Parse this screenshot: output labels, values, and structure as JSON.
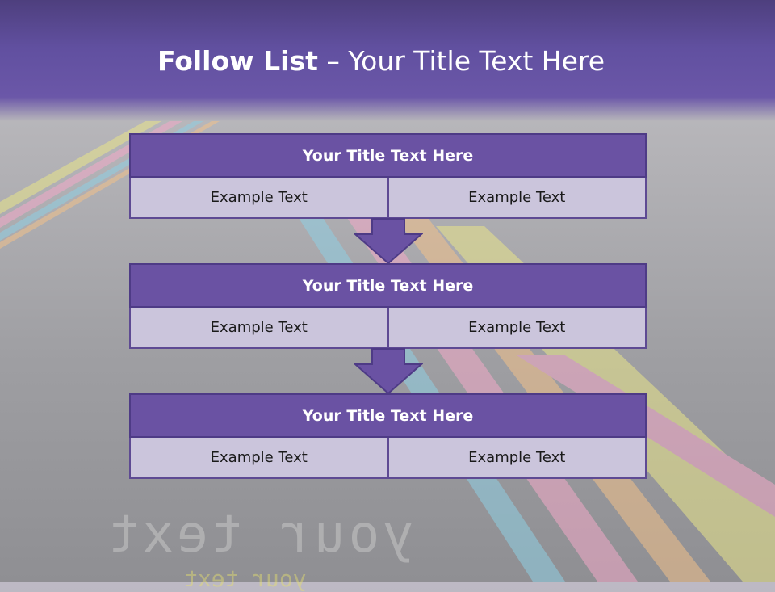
{
  "slide": {
    "title_strong": "Follow List",
    "title_rest": " – Your Title Text Here"
  },
  "background": {
    "mirror_text": "your text",
    "mirror_text_small": "your text"
  },
  "blocks": [
    {
      "title": "Your Title Text Here",
      "left": "Example Text",
      "right": "Example Text"
    },
    {
      "title": "Your Title Text Here",
      "left": "Example Text",
      "right": "Example Text"
    },
    {
      "title": "Your Title Text Here",
      "left": "Example Text",
      "right": "Example Text"
    }
  ],
  "colors": {
    "header": "#6150a0",
    "block_title": "#6a52a3",
    "block_cell": "#cbc5dc",
    "arrow": "#6a52a3"
  }
}
